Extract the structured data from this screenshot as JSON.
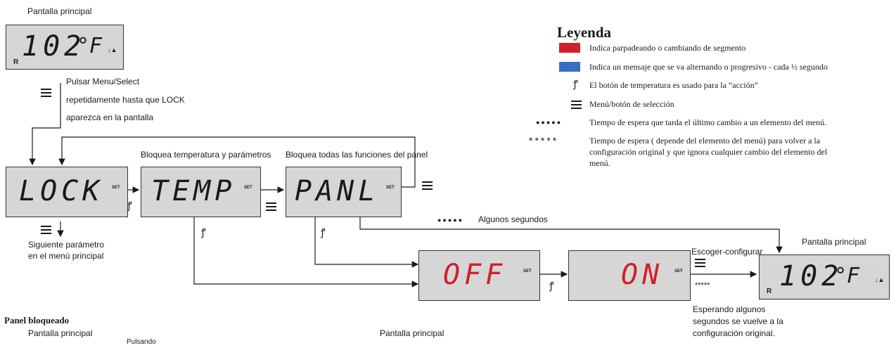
{
  "main_screen_label": "Pantalla principal",
  "lcd_top": {
    "digits": "102",
    "unit": "°F",
    "r": "R",
    "thermo": "↓▲"
  },
  "instruction_lines": [
    "Pulsar Menu/Select",
    "repetidamente hasta que LOCK",
    "aparezca en la pantalla"
  ],
  "lcd_lock": {
    "text": "LOCK",
    "set": "SET"
  },
  "lcd_temp": {
    "text": "TEMP",
    "set": "SET",
    "caption": "Bloquea temperatura y parámetros"
  },
  "lcd_panl": {
    "text": "PANL",
    "set": "SET",
    "caption": "Bloquea todas las funciones del panel"
  },
  "next_param_lines": [
    "Siguiente parámetro",
    "en el menú principal"
  ],
  "few_seconds": "Algunos segundos",
  "few_seconds_dots": "●●●●●",
  "lcd_off": {
    "text": "OFF",
    "set": "SET"
  },
  "lcd_on": {
    "text": "ON",
    "set": "SET"
  },
  "choose_configure": "Escoger-configurar",
  "stars": "*****",
  "main_screen_right": "Pantalla principal",
  "lcd_right": {
    "digits": "102",
    "unit": "°F",
    "r": "R",
    "thermo": "↓▲"
  },
  "waiting_lines": [
    "Esperando algunos",
    "segundos se vuelve a la",
    "configuración original."
  ],
  "panel_locked": "Panel bloqueado",
  "bottom_main_left": "Pantalla principal",
  "bottom_pulsando": "Pulsando",
  "bottom_main_mid": "Pantalla principal",
  "hook_glyph": "ꝭ",
  "legend": {
    "title": "Leyenda",
    "items": [
      "Indica parpadeando o cambiando de segmento",
      "Indica un mensaje que se va alternando o progresivo -  cada ½ segundo",
      "El botón de temperatura es usado para la “acción”",
      "Menú/botón de selección",
      "Tiempo de espera que tarda el último cambio a un elemento del menú.",
      "Tiempo de espera ( depende del elemento del menú) para volver a la"
    ],
    "stars_text_cont": [
      "configuración original y que ignora cualquier cambio del elemento del",
      "menú."
    ],
    "dots_symbol": "●●●●●",
    "stars_symbol": "*****"
  },
  "colors": {
    "blink_red": "#d0202b",
    "progress_blue": "#3a6cc0",
    "lcd_bg": "#d6d6d6"
  }
}
